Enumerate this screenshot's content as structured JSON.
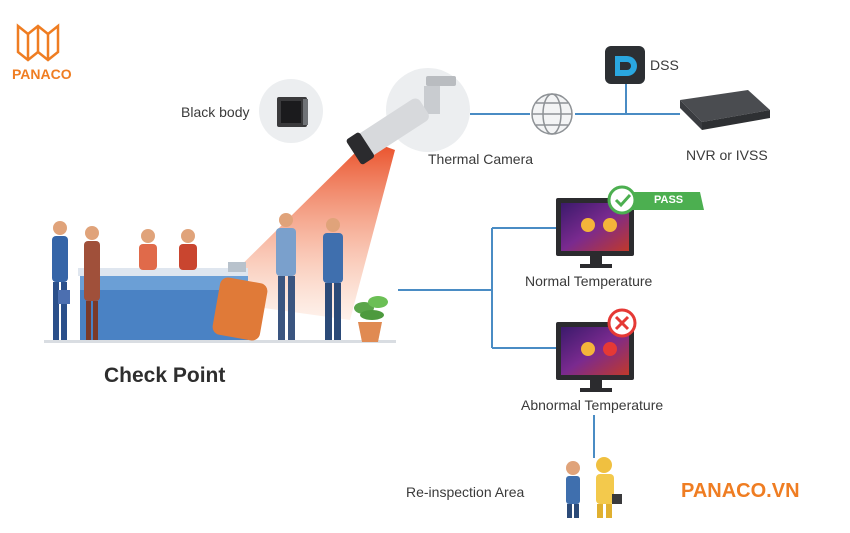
{
  "brand": {
    "logo_text": "PANACO",
    "website": "PANACO.VN",
    "accent_color": "#ef7d22"
  },
  "labels": {
    "black_body": "Black body",
    "thermal_camera": "Thermal Camera",
    "dss": "DSS",
    "nvr": "NVR or IVSS",
    "check_point": "Check Point",
    "normal_temperature": "Normal Temperature",
    "abnormal_temperature": "Abnormal Temperature",
    "reinspection_area": "Re-inspection Area",
    "pass_badge": "PASS"
  },
  "colors": {
    "line": "#4a8cc4",
    "beam": "#f26a2e",
    "pass": "#4caf50",
    "fail": "#e53935"
  }
}
